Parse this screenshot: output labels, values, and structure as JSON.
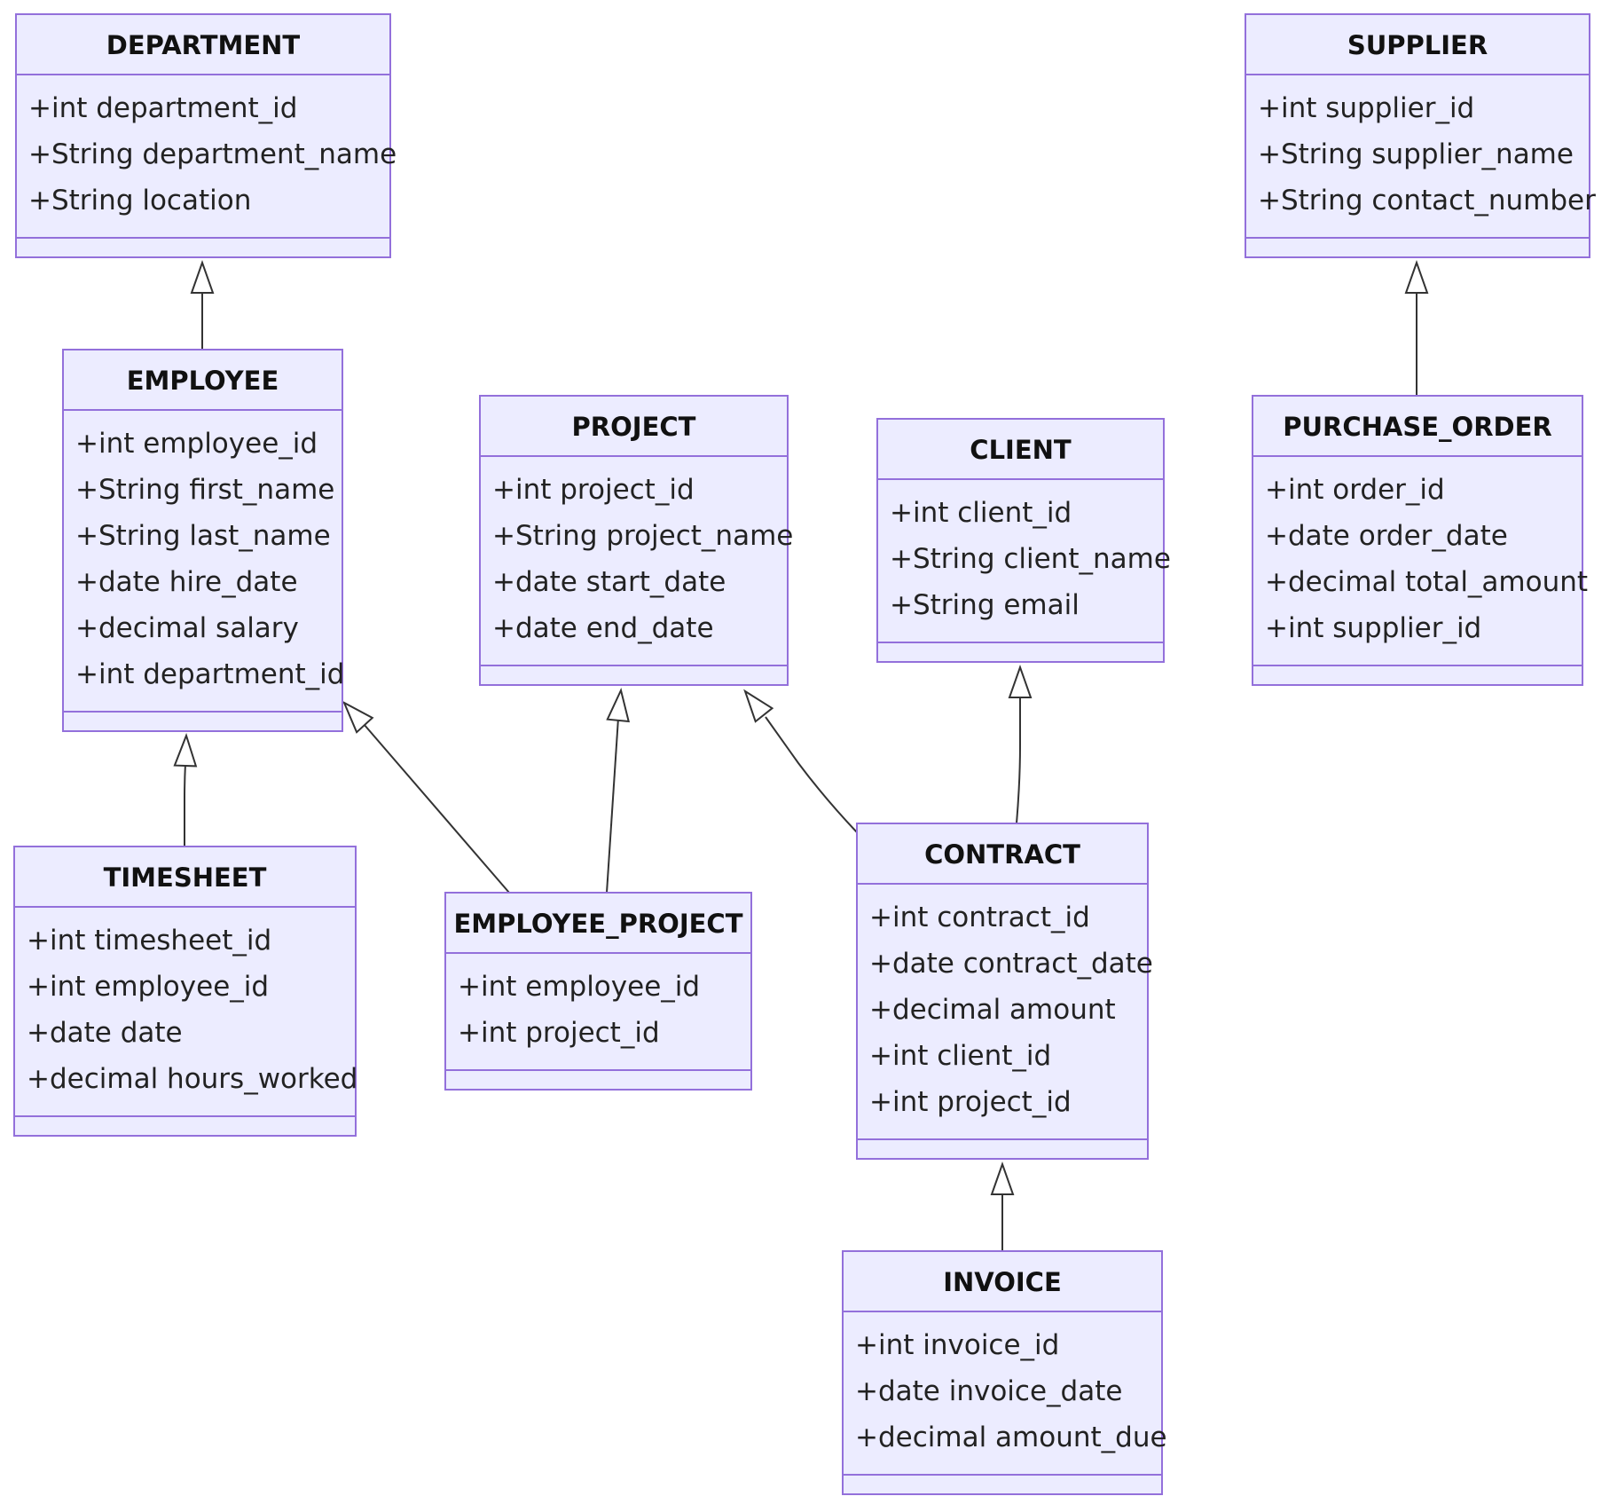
{
  "classes": {
    "department": {
      "name": "DEPARTMENT",
      "attributes": [
        "+int department_id",
        "+String department_name",
        "+String location"
      ]
    },
    "supplier": {
      "name": "SUPPLIER",
      "attributes": [
        "+int supplier_id",
        "+String supplier_name",
        "+String contact_number"
      ]
    },
    "employee": {
      "name": "EMPLOYEE",
      "attributes": [
        "+int employee_id",
        "+String first_name",
        "+String last_name",
        "+date hire_date",
        "+decimal salary",
        "+int department_id"
      ]
    },
    "project": {
      "name": "PROJECT",
      "attributes": [
        "+int project_id",
        "+String project_name",
        "+date start_date",
        "+date end_date"
      ]
    },
    "client": {
      "name": "CLIENT",
      "attributes": [
        "+int client_id",
        "+String client_name",
        "+String email"
      ]
    },
    "purchase_order": {
      "name": "PURCHASE_ORDER",
      "attributes": [
        "+int order_id",
        "+date order_date",
        "+decimal total_amount",
        "+int supplier_id"
      ]
    },
    "timesheet": {
      "name": "TIMESHEET",
      "attributes": [
        "+int timesheet_id",
        "+int employee_id",
        "+date date",
        "+decimal hours_worked"
      ]
    },
    "employee_project": {
      "name": "EMPLOYEE_PROJECT",
      "attributes": [
        "+int employee_id",
        "+int project_id"
      ]
    },
    "contract": {
      "name": "CONTRACT",
      "attributes": [
        "+int contract_id",
        "+date contract_date",
        "+decimal amount",
        "+int client_id",
        "+int project_id"
      ]
    },
    "invoice": {
      "name": "INVOICE",
      "attributes": [
        "+int invoice_id",
        "+date invoice_date",
        "+decimal amount_due"
      ]
    }
  },
  "relations": [
    {
      "from": "employee",
      "to": "department",
      "type": "inheritance"
    },
    {
      "from": "purchase_order",
      "to": "supplier",
      "type": "inheritance"
    },
    {
      "from": "timesheet",
      "to": "employee",
      "type": "inheritance"
    },
    {
      "from": "employee_project",
      "to": "employee",
      "type": "inheritance"
    },
    {
      "from": "employee_project",
      "to": "project",
      "type": "inheritance"
    },
    {
      "from": "contract",
      "to": "project",
      "type": "inheritance"
    },
    {
      "from": "contract",
      "to": "client",
      "type": "inheritance"
    },
    {
      "from": "invoice",
      "to": "contract",
      "type": "inheritance"
    }
  ]
}
